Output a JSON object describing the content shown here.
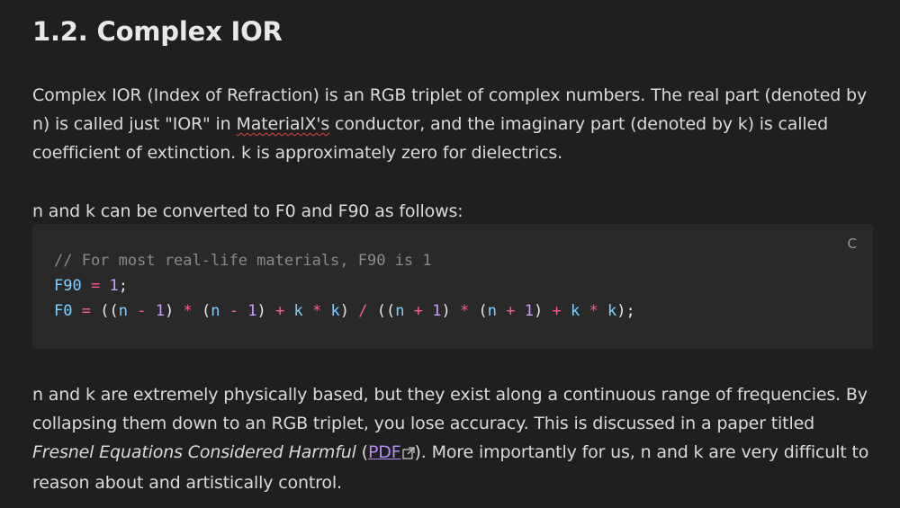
{
  "heading": "1.2. Complex IOR",
  "para1": {
    "before": "Complex IOR (Index of Refraction) is an RGB triplet of complex numbers. The real part (denoted by n) is called just \"IOR\" in ",
    "spell_word": "MaterialX's",
    "after": " conductor, and the imaginary part (denoted by k) is called coefficient of extinction. k is approximately zero for dielectrics."
  },
  "para2": "n and k can be converted to F0 and F90 as follows:",
  "code": {
    "copy_label": "C",
    "comment": "// For most real-life materials, F90 is 1",
    "line2": {
      "ident": "F90",
      "eq": "=",
      "num": "1",
      "semi": ";"
    },
    "line3": {
      "f0": "F0",
      "eq": "=",
      "open2": "((",
      "n": "n",
      "minus": "-",
      "one": "1",
      "close": ")",
      "times": "*",
      "open": "(",
      "plus": "+",
      "k": "k",
      "div": "/",
      "close_semi": ");"
    }
  },
  "para3": {
    "before": "n and k are extremely physically based, but they exist along a continuous range of frequencies. By collapsing them down to an RGB triplet, you lose accuracy. This is discussed in a paper titled ",
    "title": "Fresnel Equations Considered Harmful",
    "open_paren": " (",
    "link": "PDF",
    "after": "). More importantly for us, n and k are very difficult to reason about and artistically control."
  },
  "colors": {
    "background": "#1f1f1f",
    "code_background": "#292929",
    "link": "#b18cf2",
    "code_ident": "#7fd0ff",
    "code_number": "#c99cff",
    "code_operator": "#ff5a8a"
  },
  "icons": [
    "external-link-icon"
  ]
}
